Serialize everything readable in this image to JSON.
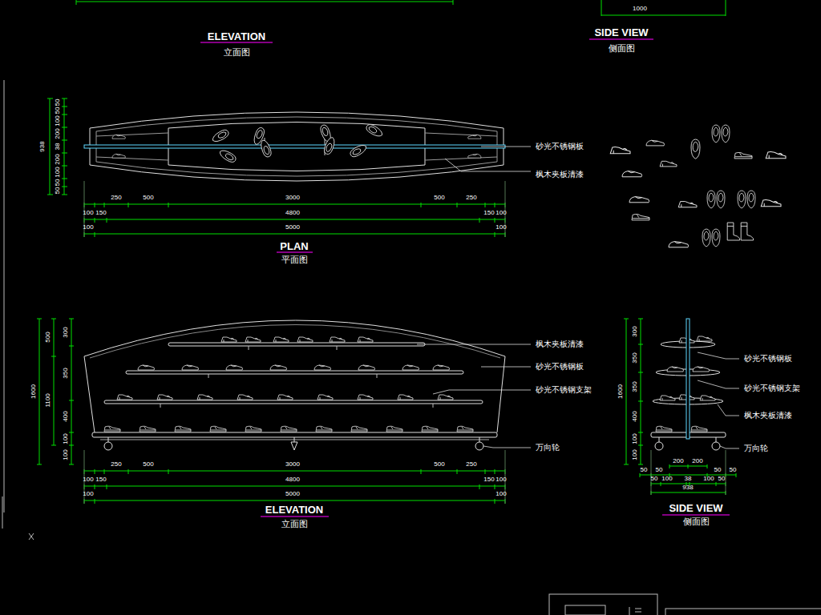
{
  "diagram": {
    "labels": [
      "ELEVATION",
      "立面图",
      "1000",
      "SIDE VIEW",
      "侧面图",
      "50",
      "50",
      "100",
      "200",
      "38",
      "200",
      "100",
      "50",
      "50",
      "938",
      "250",
      "500",
      "3000",
      "500",
      "250",
      "100",
      "150",
      "4800",
      "150",
      "100",
      "100",
      "5000",
      "100",
      "砂光不锈钢板",
      "枫木夹板清漆",
      "PLAN",
      "平面图",
      "300",
      "350",
      "400",
      "100",
      "100",
      "500",
      "1100",
      "1600",
      "枫木夹板清漆",
      "砂光不锈钢板",
      "砂光不锈钢支架",
      "万向轮",
      "250",
      "500",
      "3000",
      "500",
      "250",
      "100",
      "150",
      "4800",
      "150",
      "100",
      "100",
      "5000",
      "100",
      "ELEVATION",
      "立面图",
      "300",
      "350",
      "350",
      "400",
      "100",
      "100",
      "1600",
      "砂光不锈钢板",
      "砂光不锈钢支架",
      "枫木夹板清漆",
      "万向轮",
      "200",
      "200",
      "50",
      "50",
      "50",
      "50",
      "50",
      "100",
      "38",
      "100",
      "50",
      "938",
      "SIDE VIEW",
      "侧面图"
    ]
  }
}
